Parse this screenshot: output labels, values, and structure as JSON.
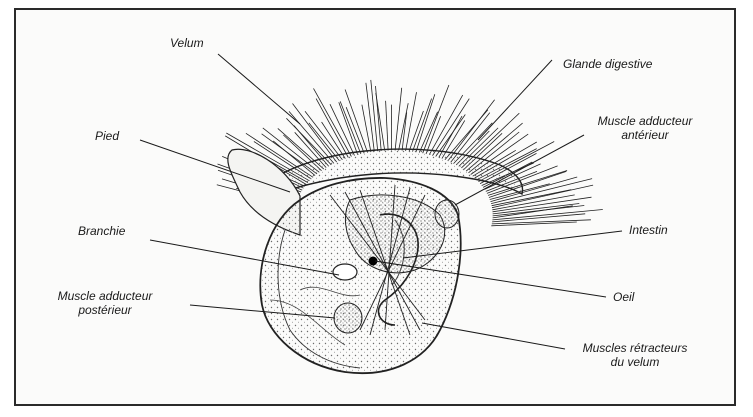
{
  "labels": {
    "velum": "Velum",
    "glande": "Glande digestive",
    "pied": "Pied",
    "muscle_ant_1": "Muscle adducteur",
    "muscle_ant_2": "antérieur",
    "intestin": "Intestin",
    "branchie": "Branchie",
    "muscle_post_1": "Muscle adducteur",
    "muscle_post_2": "postérieur",
    "oeil": "Oeil",
    "retract_1": "Muscles rétracteurs",
    "retract_2": "du velum"
  },
  "colors": {
    "ink": "#1a1a1a",
    "stipple": "#6b6b6b",
    "background": "#fbfbfa"
  }
}
